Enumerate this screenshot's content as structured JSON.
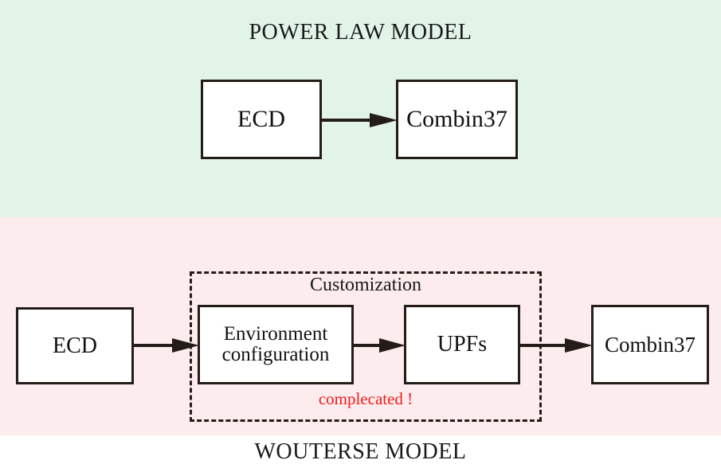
{
  "diagram": {
    "panels": [
      {
        "id": "power-law",
        "title": "POWER LAW MODEL",
        "background_color": "#e2f4e8",
        "nodes": [
          {
            "id": "ecd-top",
            "label": "ECD"
          },
          {
            "id": "combin37-top",
            "label": "Combin37"
          }
        ],
        "edges": [
          {
            "from": "ecd-top",
            "to": "combin37-top",
            "style": "solid-arrow"
          }
        ]
      },
      {
        "id": "wouterse",
        "title": "WOUTERSE MODEL",
        "background_color": "#fdeced",
        "nodes": [
          {
            "id": "ecd-bottom",
            "label": "ECD"
          },
          {
            "id": "environment-configuration",
            "label_line1": "Environment",
            "label_line2": "configuration"
          },
          {
            "id": "upfs",
            "label": "UPFs"
          },
          {
            "id": "combin37-bottom",
            "label": "Combin37"
          }
        ],
        "edges": [
          {
            "from": "ecd-bottom",
            "to": "environment-configuration",
            "style": "solid-arrow"
          },
          {
            "from": "environment-configuration",
            "to": "upfs",
            "style": "solid-arrow"
          },
          {
            "from": "upfs",
            "to": "combin37-bottom",
            "style": "solid-arrow"
          }
        ],
        "group": {
          "id": "customization",
          "label": "Customization",
          "border_style": "dashed",
          "contains": [
            "environment-configuration",
            "upfs"
          ]
        },
        "annotation": {
          "text": "complecated !",
          "color": "#ef1d1d"
        }
      }
    ],
    "colors": {
      "node_fill": "#ffffff",
      "node_border": "#241c18",
      "text": "#111111",
      "annotation": "#ef1d1d"
    }
  }
}
